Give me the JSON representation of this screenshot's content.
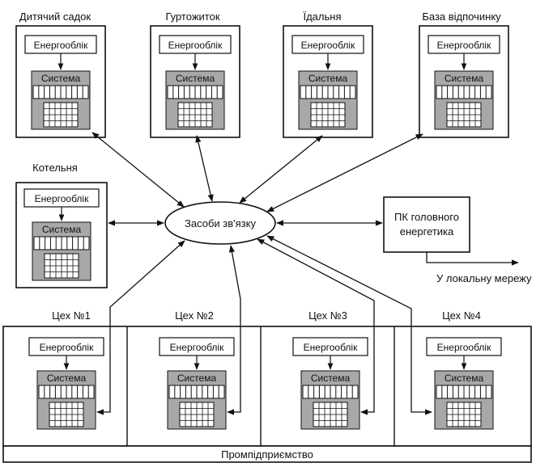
{
  "nodes": [
    {
      "id": "kindergarten",
      "label": "Дитячий садок",
      "meter": "Енергооблік",
      "system": "Система"
    },
    {
      "id": "dormitory",
      "label": "Гуртожиток",
      "meter": "Енергооблік",
      "system": "Система"
    },
    {
      "id": "canteen",
      "label": "Їдальня",
      "meter": "Енергооблік",
      "system": "Система"
    },
    {
      "id": "recreation",
      "label": "База відпочинку",
      "meter": "Енергооблік",
      "system": "Система"
    },
    {
      "id": "boiler",
      "label": "Котельня",
      "meter": "Енергооблік",
      "system": "Система"
    }
  ],
  "workshops": [
    {
      "id": "shop1",
      "label": "Цех №1",
      "meter": "Енергооблік",
      "system": "Система"
    },
    {
      "id": "shop2",
      "label": "Цех №2",
      "meter": "Енергооблік",
      "system": "Система"
    },
    {
      "id": "shop3",
      "label": "Цех №3",
      "meter": "Енергооблік",
      "system": "Система"
    },
    {
      "id": "shop4",
      "label": "Цех №4",
      "meter": "Енергооблік",
      "system": "Система"
    }
  ],
  "hub": {
    "label": "Засоби зв'язку"
  },
  "pc": {
    "line1": "ПК головного",
    "line2": "енергетика"
  },
  "network": {
    "label": "У локальну мережу"
  },
  "enterprise": {
    "label": "Промпідприємство"
  }
}
